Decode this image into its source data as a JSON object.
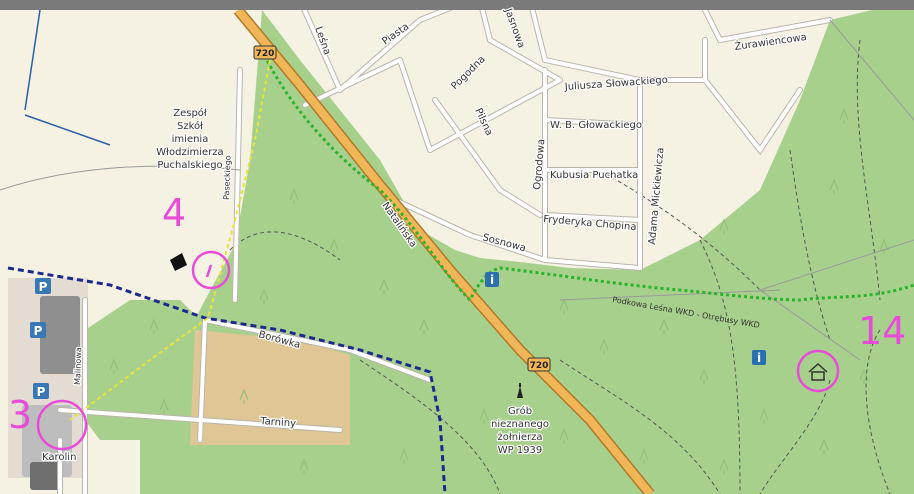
{
  "map": {
    "streets": {
      "piasta": "Piasta",
      "pogodna": "Pogodna",
      "jasnowa": "Jasnowa",
      "lesna": "Leśna",
      "zurawiencowa": "Żurawiencowa",
      "slowackiego": "Juliusza Słowackiego",
      "glowackiego": "W. B. Głowackiego",
      "pilsna": "Pilsna",
      "ogrodowa": "Ogrodowa",
      "puchatka": "Kubusia Puchatka",
      "mickiewicza": "Adama Mickiewicza",
      "chopina": "Fryderyka Chopina",
      "natalinska": "Natalińska",
      "sosnowa": "Sosnowa",
      "paseckiego": "Paseckiego",
      "borowka": "Borówka",
      "tarniny": "Tarniny",
      "malinowa": "Malinowa",
      "karolin": "Karolin"
    },
    "trail_label": "Podkowa Leśna WKD - Otrębusy WKD",
    "school_label": [
      "Zespół",
      "Szkół",
      "imienia",
      "Włodzimierza",
      "Puchalskiego"
    ],
    "grave_label": [
      "Grób",
      "nieznanego",
      "żołnierza",
      "WP 1939"
    ],
    "road_shields": [
      "720",
      "720"
    ],
    "parking_symbol": "P",
    "info_symbol": "i",
    "markers": [
      {
        "id": "marker-3",
        "label": "3"
      },
      {
        "id": "marker-4",
        "label": "4"
      },
      {
        "id": "marker-14",
        "label": "14"
      }
    ],
    "colors": {
      "forest": "#a8d08d",
      "urban": "#f5f2e3",
      "field": "#e0c694",
      "main_road": "#f0b657",
      "marker": "#e94bd9",
      "trail_green": "#2bb32b",
      "trail_blue": "#1c2a8c",
      "trail_yellow": "#e8e33a"
    }
  }
}
